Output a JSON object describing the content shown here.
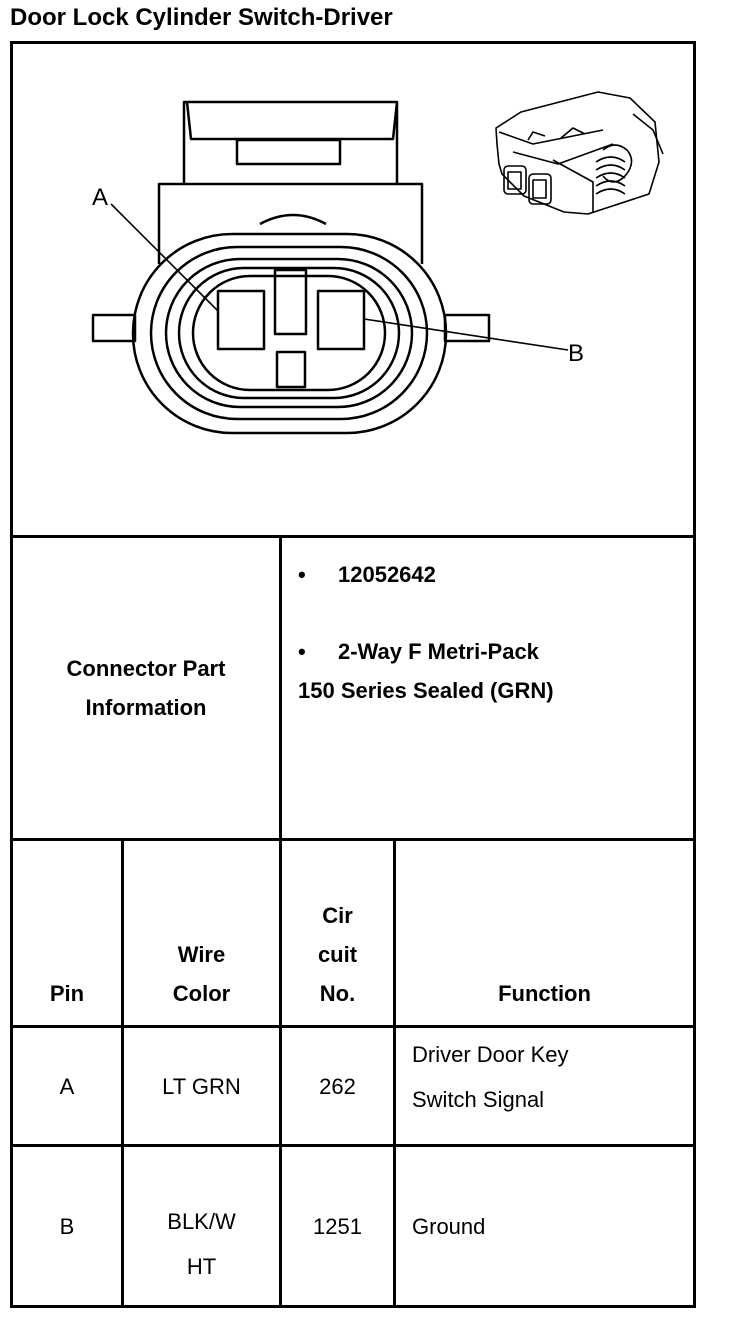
{
  "title": "Door Lock Cylinder Switch-Driver",
  "figure": {
    "callouts": [
      "A",
      "B"
    ]
  },
  "connector_info": {
    "label_line1": "Connector Part",
    "label_line2": "Information",
    "bullet": "•",
    "part_number": "12052642",
    "type_line1": "2-Way F Metri-Pack",
    "type_line2": "150 Series Sealed (GRN)"
  },
  "table": {
    "headers": {
      "pin": "Pin",
      "wire_line1": "Wire",
      "wire_line2": "Color",
      "circuit_line1": "Cir",
      "circuit_line2": "cuit",
      "circuit_line3": "No.",
      "function": "Function"
    },
    "rows": [
      {
        "pin": "A",
        "wire_line1": "LT GRN",
        "wire_line2": "",
        "circuit": "262",
        "function_line1": "Driver Door Key",
        "function_line2": "Switch Signal"
      },
      {
        "pin": "B",
        "wire_line1": "BLK/W",
        "wire_line2": "HT",
        "circuit": "1251",
        "function_line1": "Ground",
        "function_line2": ""
      }
    ]
  }
}
